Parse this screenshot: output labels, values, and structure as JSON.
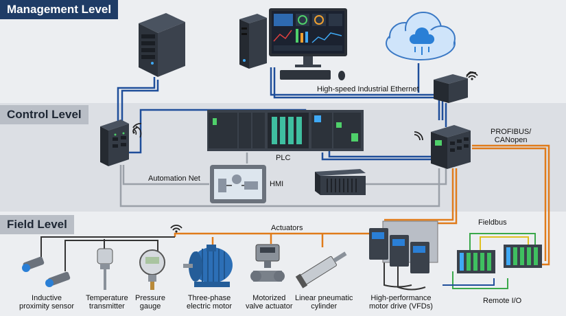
{
  "levels": {
    "management": "Management Level",
    "control": "Control Level",
    "field": "Field Level"
  },
  "network_labels": {
    "ethernet": "High-speed Industrial Ethernet",
    "automation_net": "Automation Net",
    "profibus_line1": "PROFIBUS/",
    "profibus_line2": "CANopen",
    "fieldbus": "Fieldbus",
    "actuators": "Actuators"
  },
  "devices": {
    "plc": "PLC",
    "hmi": "HMI",
    "proximity_line1": "Inductive",
    "proximity_line2": "proximity sensor",
    "temperature_line1": "Temperature",
    "temperature_line2": "transmitter",
    "pressure_line1": "Pressure",
    "pressure_line2": "gauge",
    "motor_line1": "Three-phase",
    "motor_line2": "electric motor",
    "valve_line1": "Motorized",
    "valve_line2": "valve actuator",
    "cylinder_line1": "Linear pneumatic",
    "cylinder_line2": "cylinder",
    "vfd_line1": "High-performance",
    "vfd_line2": "motor drive (VFDs)",
    "remote_io": "Remote I/O"
  },
  "colors": {
    "ethernet_cable": "#1f4e9a",
    "automation_cable": "#9aa0a8",
    "fieldbus_cable": "#e07b1a",
    "io_cable_green": "#3aa84a",
    "io_cable_yellow": "#e0c020",
    "level_header": "#1f3c66"
  }
}
